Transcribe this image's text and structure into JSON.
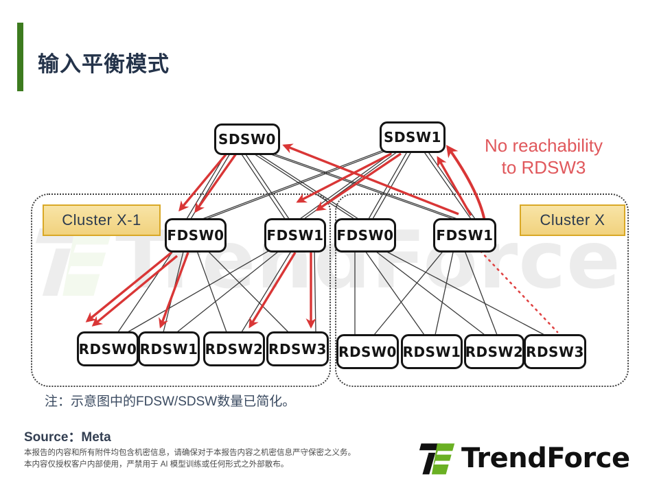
{
  "slide": {
    "title": "输入平衡模式",
    "note": "注：示意图中的FDSW/SDSW数量已简化。",
    "source": "Source：Meta",
    "disclaimer_line1": "本报告的内容和所有附件均包含机密信息，请确保对于本报告内容之机密信息严守保密之义务。",
    "disclaimer_line2": "本内容仅授权客户内部使用，严禁用于 AI 模型训练或任何形式之外部散布。",
    "brand": "TrendForce",
    "colors": {
      "accent_green": "#3d7b1f",
      "title": "#24334a",
      "arrow_red": "#d93636",
      "annotation_red": "#e0585c",
      "cluster_label_bg": "#f6dd94",
      "cluster_label_border": "#d9a826"
    }
  },
  "watermark": "TrendForce",
  "diagram": {
    "annotation_line1": "No reachability",
    "annotation_line2": "to RDSW3",
    "sdsw": [
      "SDSW0",
      "SDSW1"
    ],
    "cluster_left": {
      "label": "Cluster X-1",
      "fdsw": [
        "FDSW0",
        "FDSW1"
      ],
      "rdsw": [
        "RDSW0",
        "RDSW1",
        "RDSW2",
        "RDSW3"
      ]
    },
    "cluster_right": {
      "label": "Cluster X",
      "fdsw": [
        "FDSW0",
        "FDSW1"
      ],
      "rdsw": [
        "RDSW0",
        "RDSW1",
        "RDSW2",
        "RDSW3"
      ]
    }
  }
}
